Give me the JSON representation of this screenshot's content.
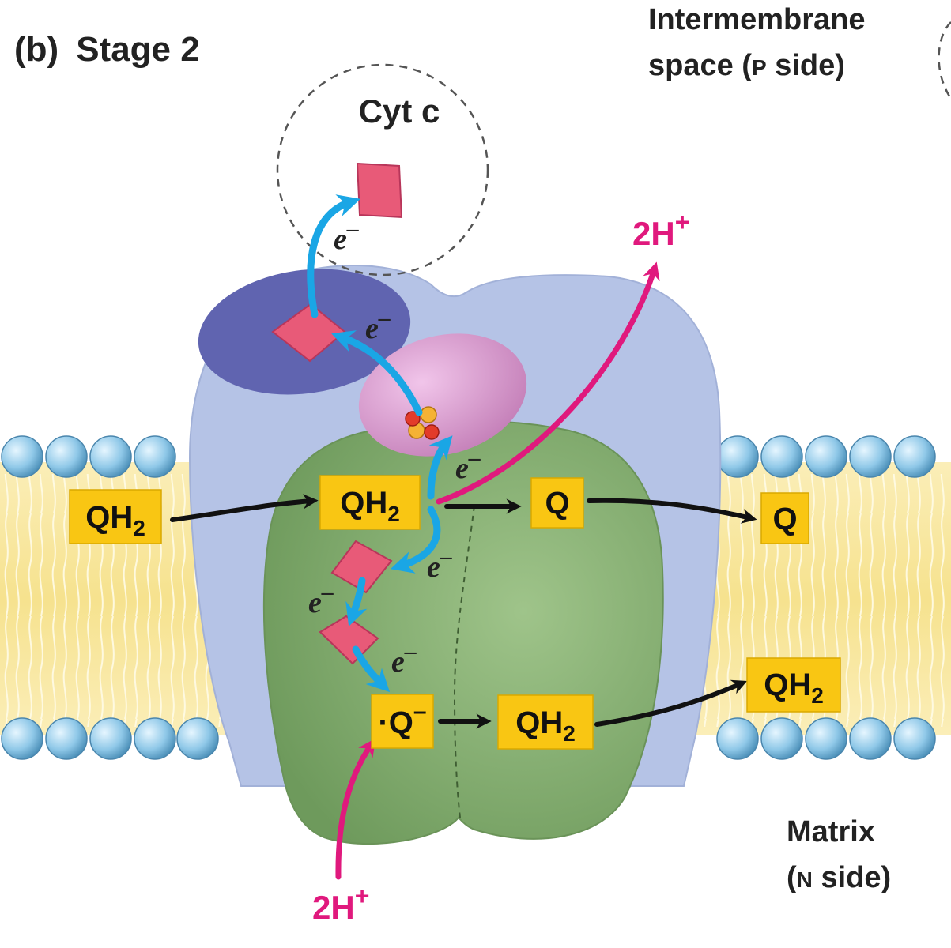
{
  "panel_label": "(b)",
  "stage_title": "Stage 2",
  "regions": {
    "p_side_line1": "Intermembrane",
    "p_side_line2": "space (",
    "p_side_letter": "P",
    "p_side_tail": " side)",
    "n_side_line1": "Matrix",
    "n_side_paren": "(",
    "n_side_letter": "N",
    "n_side_tail": " side)"
  },
  "cytochrome_c": "Cyt c",
  "protons": {
    "text": "2H",
    "charge": "+"
  },
  "electron": {
    "symbol": "e",
    "charge": "–"
  },
  "molecules": {
    "quinol_q": "QH",
    "quinol_sub": "2",
    "quinone": "Q",
    "semiquinone_dot": "·",
    "semiquinone_q": "Q",
    "semiquinone_charge": "–"
  },
  "colors": {
    "membrane": "#f7e7a0",
    "lipid_head": "#8fc8e8",
    "complex_blue": "#b5c3e6",
    "complex_green": "#7fa56a",
    "heme_purple": "#6064b0",
    "iron_sulfur_pink": "#d59acb",
    "heme": "#e85a78",
    "label_box": "#f9c613",
    "electron_arrow": "#1aa6e5",
    "proton_arrow": "#e0197d",
    "flow_arrow": "#111111"
  }
}
